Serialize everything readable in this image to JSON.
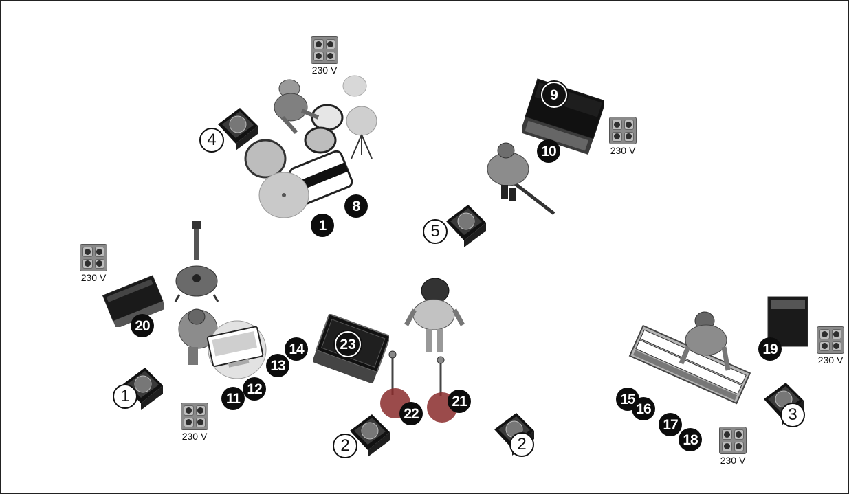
{
  "power_label": "230 V",
  "numbers": {
    "n1": "1",
    "n2": "2",
    "n3": "3",
    "n4": "4",
    "n5": "5",
    "n8": "8",
    "n9": "9",
    "n10": "10",
    "n11": "11",
    "n12": "12",
    "n13": "13",
    "n14": "14",
    "n15": "15",
    "n16": "16",
    "n17": "17",
    "n18": "18",
    "n19": "19",
    "n20": "20",
    "n21": "21",
    "n22": "22",
    "n23": "23"
  },
  "icons": {
    "monitor": "floor-monitor-icon",
    "power": "power-outlet-icon",
    "drums": "drum-kit-icon",
    "amp": "amplifier-icon",
    "guitar": "acoustic-guitar-icon",
    "mic": "microphone-stand-icon",
    "keys": "keyboard-icon",
    "laptop": "laptop-icon",
    "case": "flight-case-icon",
    "person": "musician-icon"
  }
}
